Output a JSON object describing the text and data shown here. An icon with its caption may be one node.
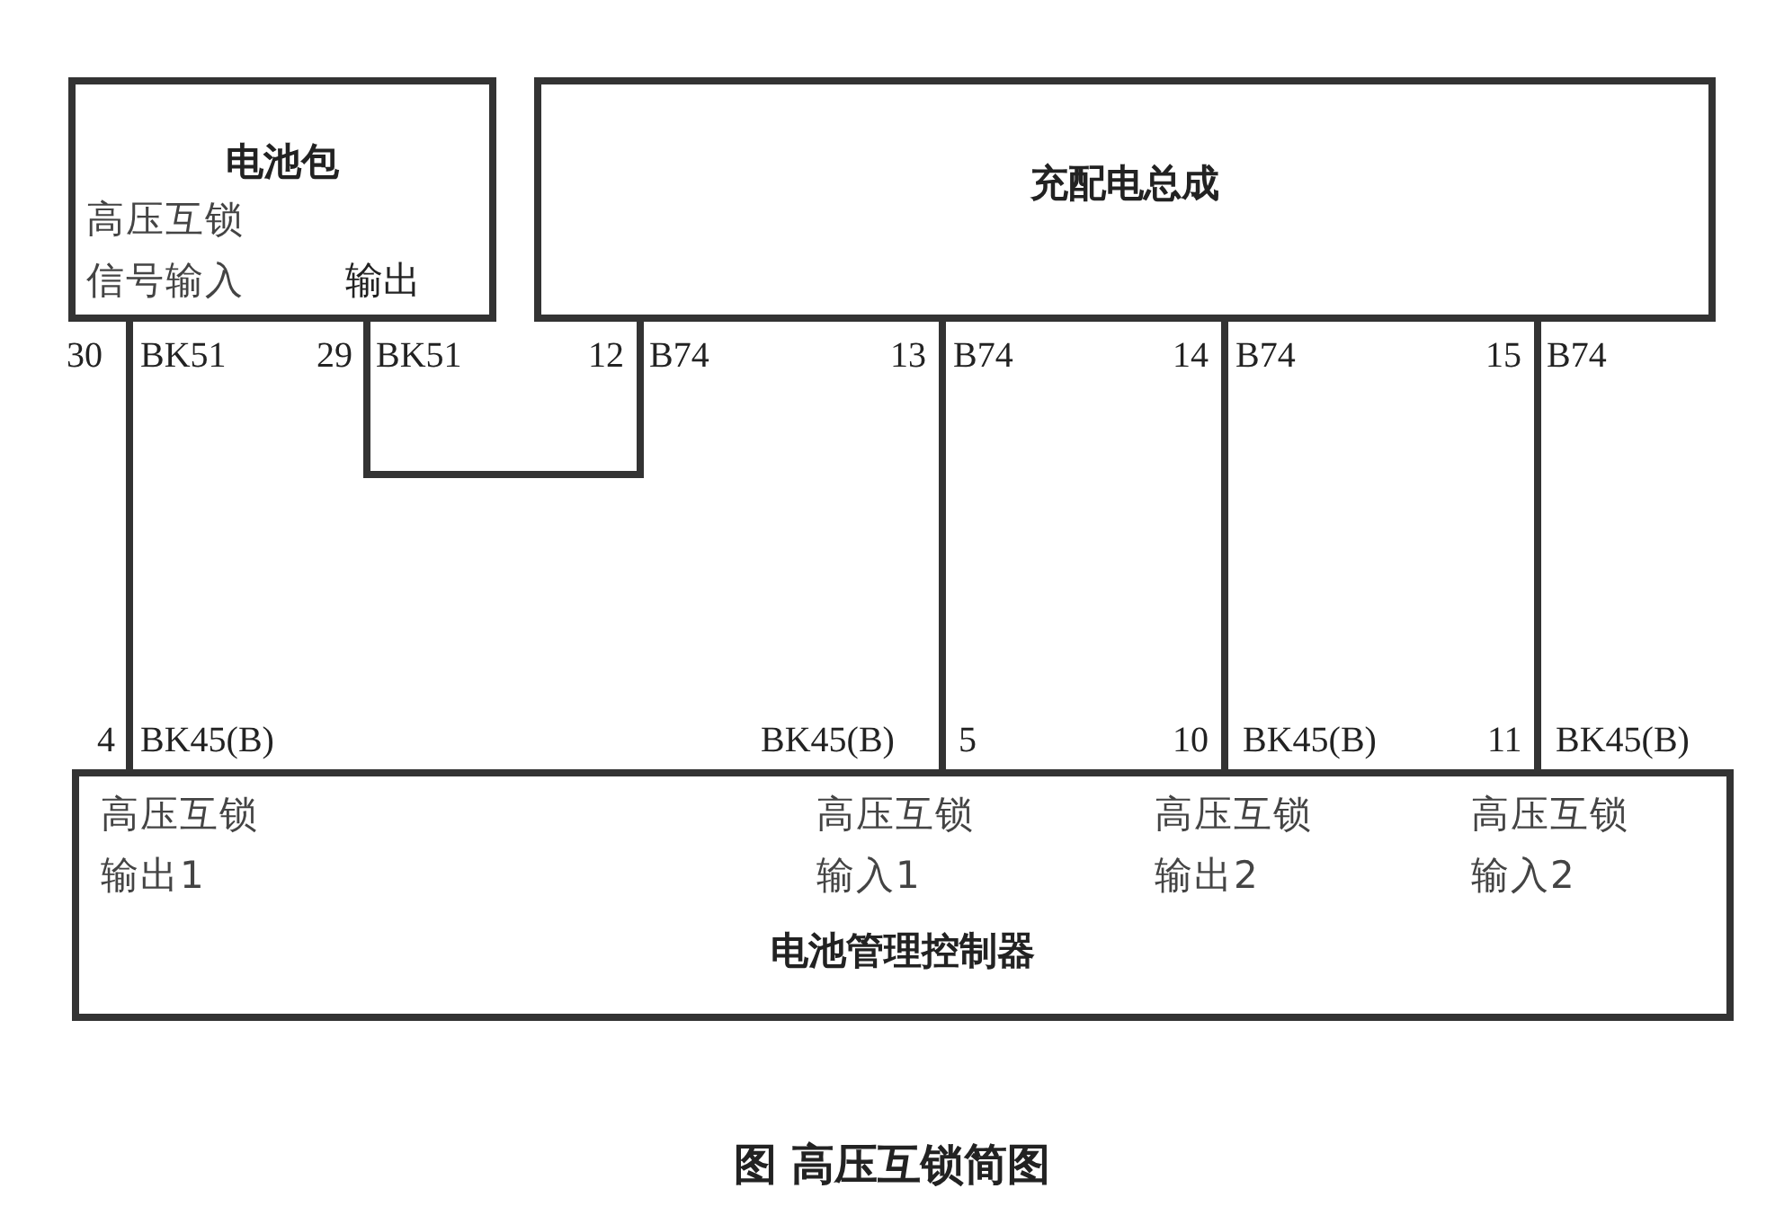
{
  "diagram": {
    "caption": "图 高压互锁简图",
    "nodes": [
      {
        "text": [
          "电池包",
          "高压互锁信号输入",
          "输出"
        ]
      },
      {
        "text": [
          "充配电总成"
        ]
      },
      {
        "text": [
          "高压互锁输出1",
          "高压互锁输入1",
          "高压互锁输出2",
          "高压互锁输入2",
          "电池管理控制器"
        ]
      }
    ],
    "edges": [
      {
        "from": 0,
        "to": 2,
        "arrow": "none"
      },
      {
        "from": 0,
        "to": 1,
        "arrow": "none"
      },
      {
        "from": 1,
        "to": 2,
        "arrow": "none"
      },
      {
        "from": 1,
        "to": 2,
        "arrow": "none"
      },
      {
        "from": 1,
        "to": 2,
        "arrow": "none"
      }
    ],
    "labels": [
      "30",
      "BK51",
      "29",
      "BK51",
      "12",
      "B74",
      "13",
      "B74",
      "14",
      "B74",
      "15",
      "B74",
      "4",
      "BK45(B)",
      "BK45(B)",
      "5",
      "10",
      "BK45(B)",
      "11",
      "BK45(B)"
    ]
  }
}
